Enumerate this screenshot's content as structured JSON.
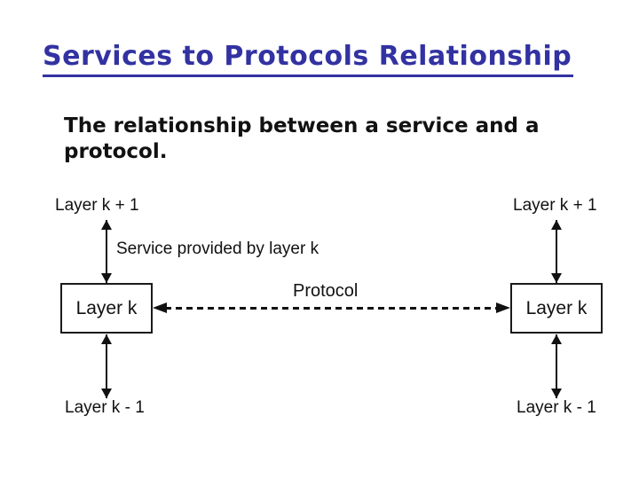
{
  "slide": {
    "title": "Services to Protocols Relationship",
    "subtitle_lines": [
      "The relationship between a service and a",
      "protocol."
    ]
  },
  "diagram": {
    "top_left_label": "Layer k + 1",
    "top_right_label": "Layer k + 1",
    "bottom_left_label": "Layer k - 1",
    "bottom_right_label": "Layer k - 1",
    "left_box_label": "Layer k",
    "right_box_label": "Layer k",
    "service_arrow_label": "Service provided by layer k",
    "protocol_label": "Protocol"
  },
  "colors": {
    "title_accent": "#3232a2",
    "diagram_ink": "#111111",
    "background": "#ffffff"
  }
}
